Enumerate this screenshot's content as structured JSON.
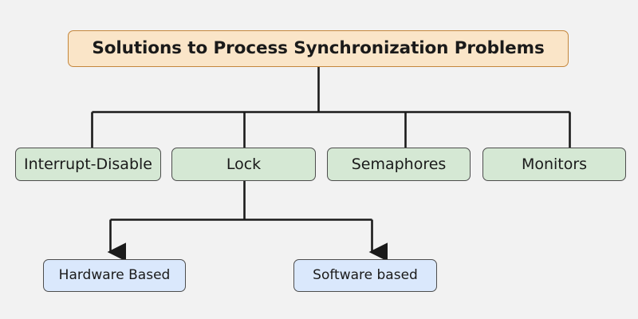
{
  "diagram": {
    "title": "Solutions to Process Synchronization Problems",
    "background_color": "#f2f2f2",
    "edge_color": "#1a1a1a",
    "nodes": {
      "root": {
        "label": "Solutions to Process Synchronization Problems",
        "fill": "#fae5c8",
        "stroke": "#c4873d"
      },
      "level2": [
        {
          "label": "Interrupt-Disable",
          "fill": "#d5e8d4",
          "stroke": "#4d4d4d"
        },
        {
          "label": "Lock",
          "fill": "#d5e8d4",
          "stroke": "#4d4d4d"
        },
        {
          "label": "Semaphores",
          "fill": "#d5e8d4",
          "stroke": "#4d4d4d"
        },
        {
          "label": "Monitors",
          "fill": "#d5e8d4",
          "stroke": "#4d4d4d"
        }
      ],
      "level3": [
        {
          "label": "Hardware Based",
          "fill": "#dae8fc",
          "stroke": "#4d4d4d"
        },
        {
          "label": "Software based",
          "fill": "#dae8fc",
          "stroke": "#4d4d4d"
        }
      ]
    }
  }
}
